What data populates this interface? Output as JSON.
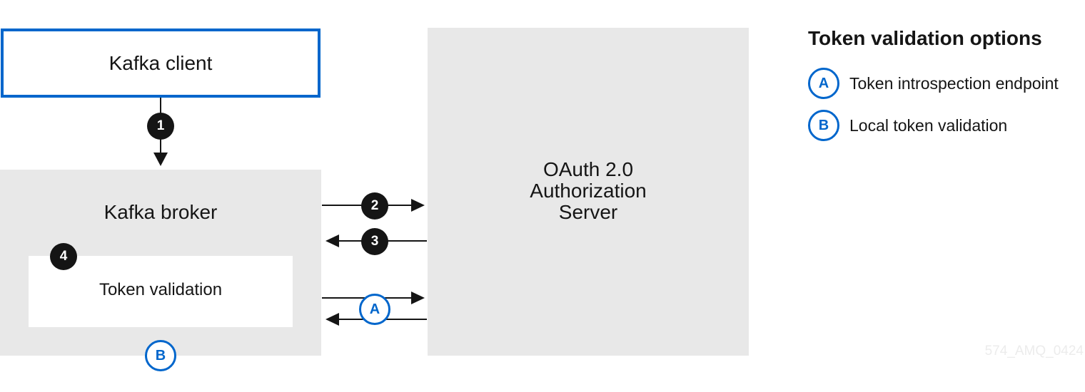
{
  "boxes": {
    "kafka_client": "Kafka client",
    "kafka_broker": "Kafka broker",
    "token_validation": "Token validation",
    "oauth_server_lines": [
      "OAuth 2.0",
      "Authorization",
      "Server"
    ]
  },
  "steps": [
    "1",
    "2",
    "3",
    "4"
  ],
  "options": {
    "a": "A",
    "b": "B"
  },
  "legend": {
    "title": "Token validation options",
    "items": [
      {
        "badge": "A",
        "label": "Token introspection endpoint"
      },
      {
        "badge": "B",
        "label": "Local token validation"
      }
    ]
  },
  "watermark": "574_AMQ_0424",
  "colors": {
    "accent_blue": "#0066cc",
    "box_gray": "#e8e8e8",
    "dark": "#151515"
  }
}
